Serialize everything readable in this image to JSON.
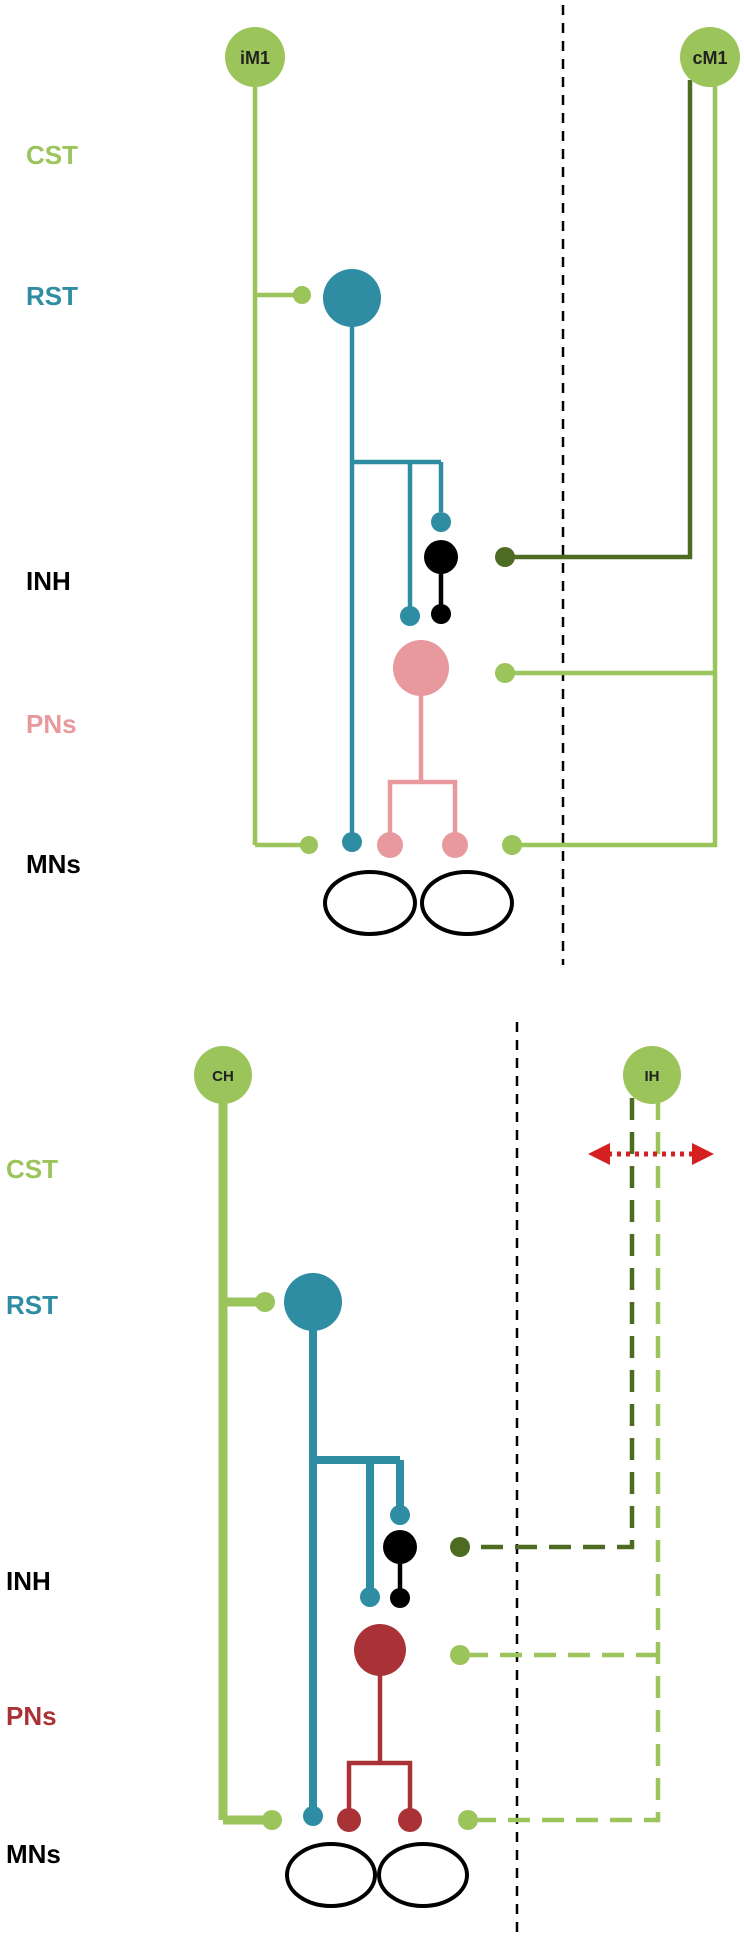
{
  "colors": {
    "cst": "#9BC45A",
    "cst_dark": "#4E6B22",
    "rst": "#2E8CA3",
    "inh": "#000000",
    "pn_top": "#E8999E",
    "pn_bottom": "#A83236",
    "mn": "#000000",
    "midline": "#000000",
    "arrow": "#D42020"
  },
  "top_panel": {
    "nodes": {
      "left": "iM1",
      "right": "cM1"
    },
    "rows": [
      {
        "key": "cst",
        "label": "CST"
      },
      {
        "key": "rst",
        "label": "RST"
      },
      {
        "key": "inh",
        "label": "INH"
      },
      {
        "key": "pns",
        "label": "PNs"
      },
      {
        "key": "mns",
        "label": "MNs"
      }
    ]
  },
  "bottom_panel": {
    "nodes": {
      "left": "CH",
      "right": "IH"
    },
    "rows": [
      {
        "key": "cst",
        "label": "CST"
      },
      {
        "key": "rst",
        "label": "RST"
      },
      {
        "key": "inh",
        "label": "INH"
      },
      {
        "key": "pns",
        "label": "PNs"
      },
      {
        "key": "mns",
        "label": "MNs"
      }
    ]
  }
}
